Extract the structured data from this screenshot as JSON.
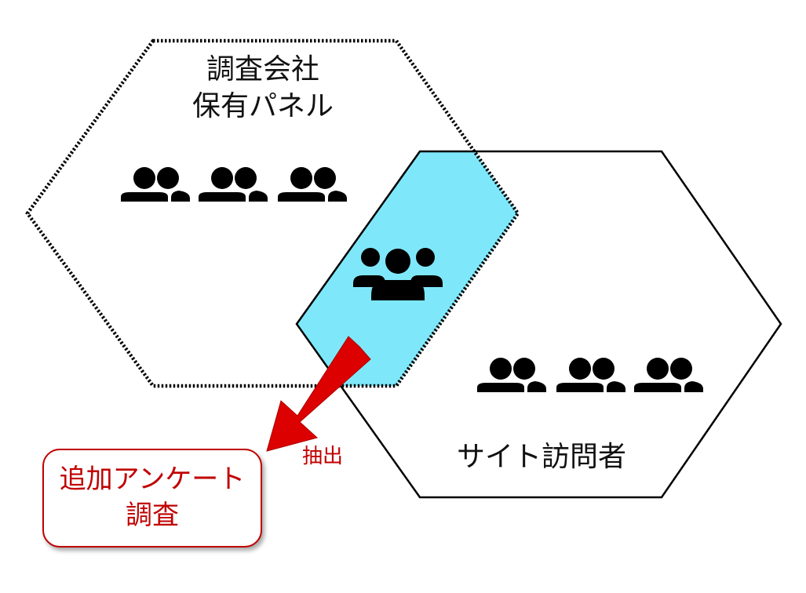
{
  "panel": {
    "line1": "調査会社",
    "line2": "保有パネル"
  },
  "visitors": {
    "label": "サイト訪問者"
  },
  "arrow": {
    "label": "抽出"
  },
  "survey": {
    "line1": "追加アンケート",
    "line2": "調査"
  },
  "colors": {
    "overlap": "#7ee8fa",
    "arrow": "#dd0000",
    "survey": "#c00000",
    "outline": "#000000"
  },
  "icons": {
    "panel": "two-person-icon",
    "overlap": "three-person-icon",
    "visitors": "two-person-icon"
  }
}
